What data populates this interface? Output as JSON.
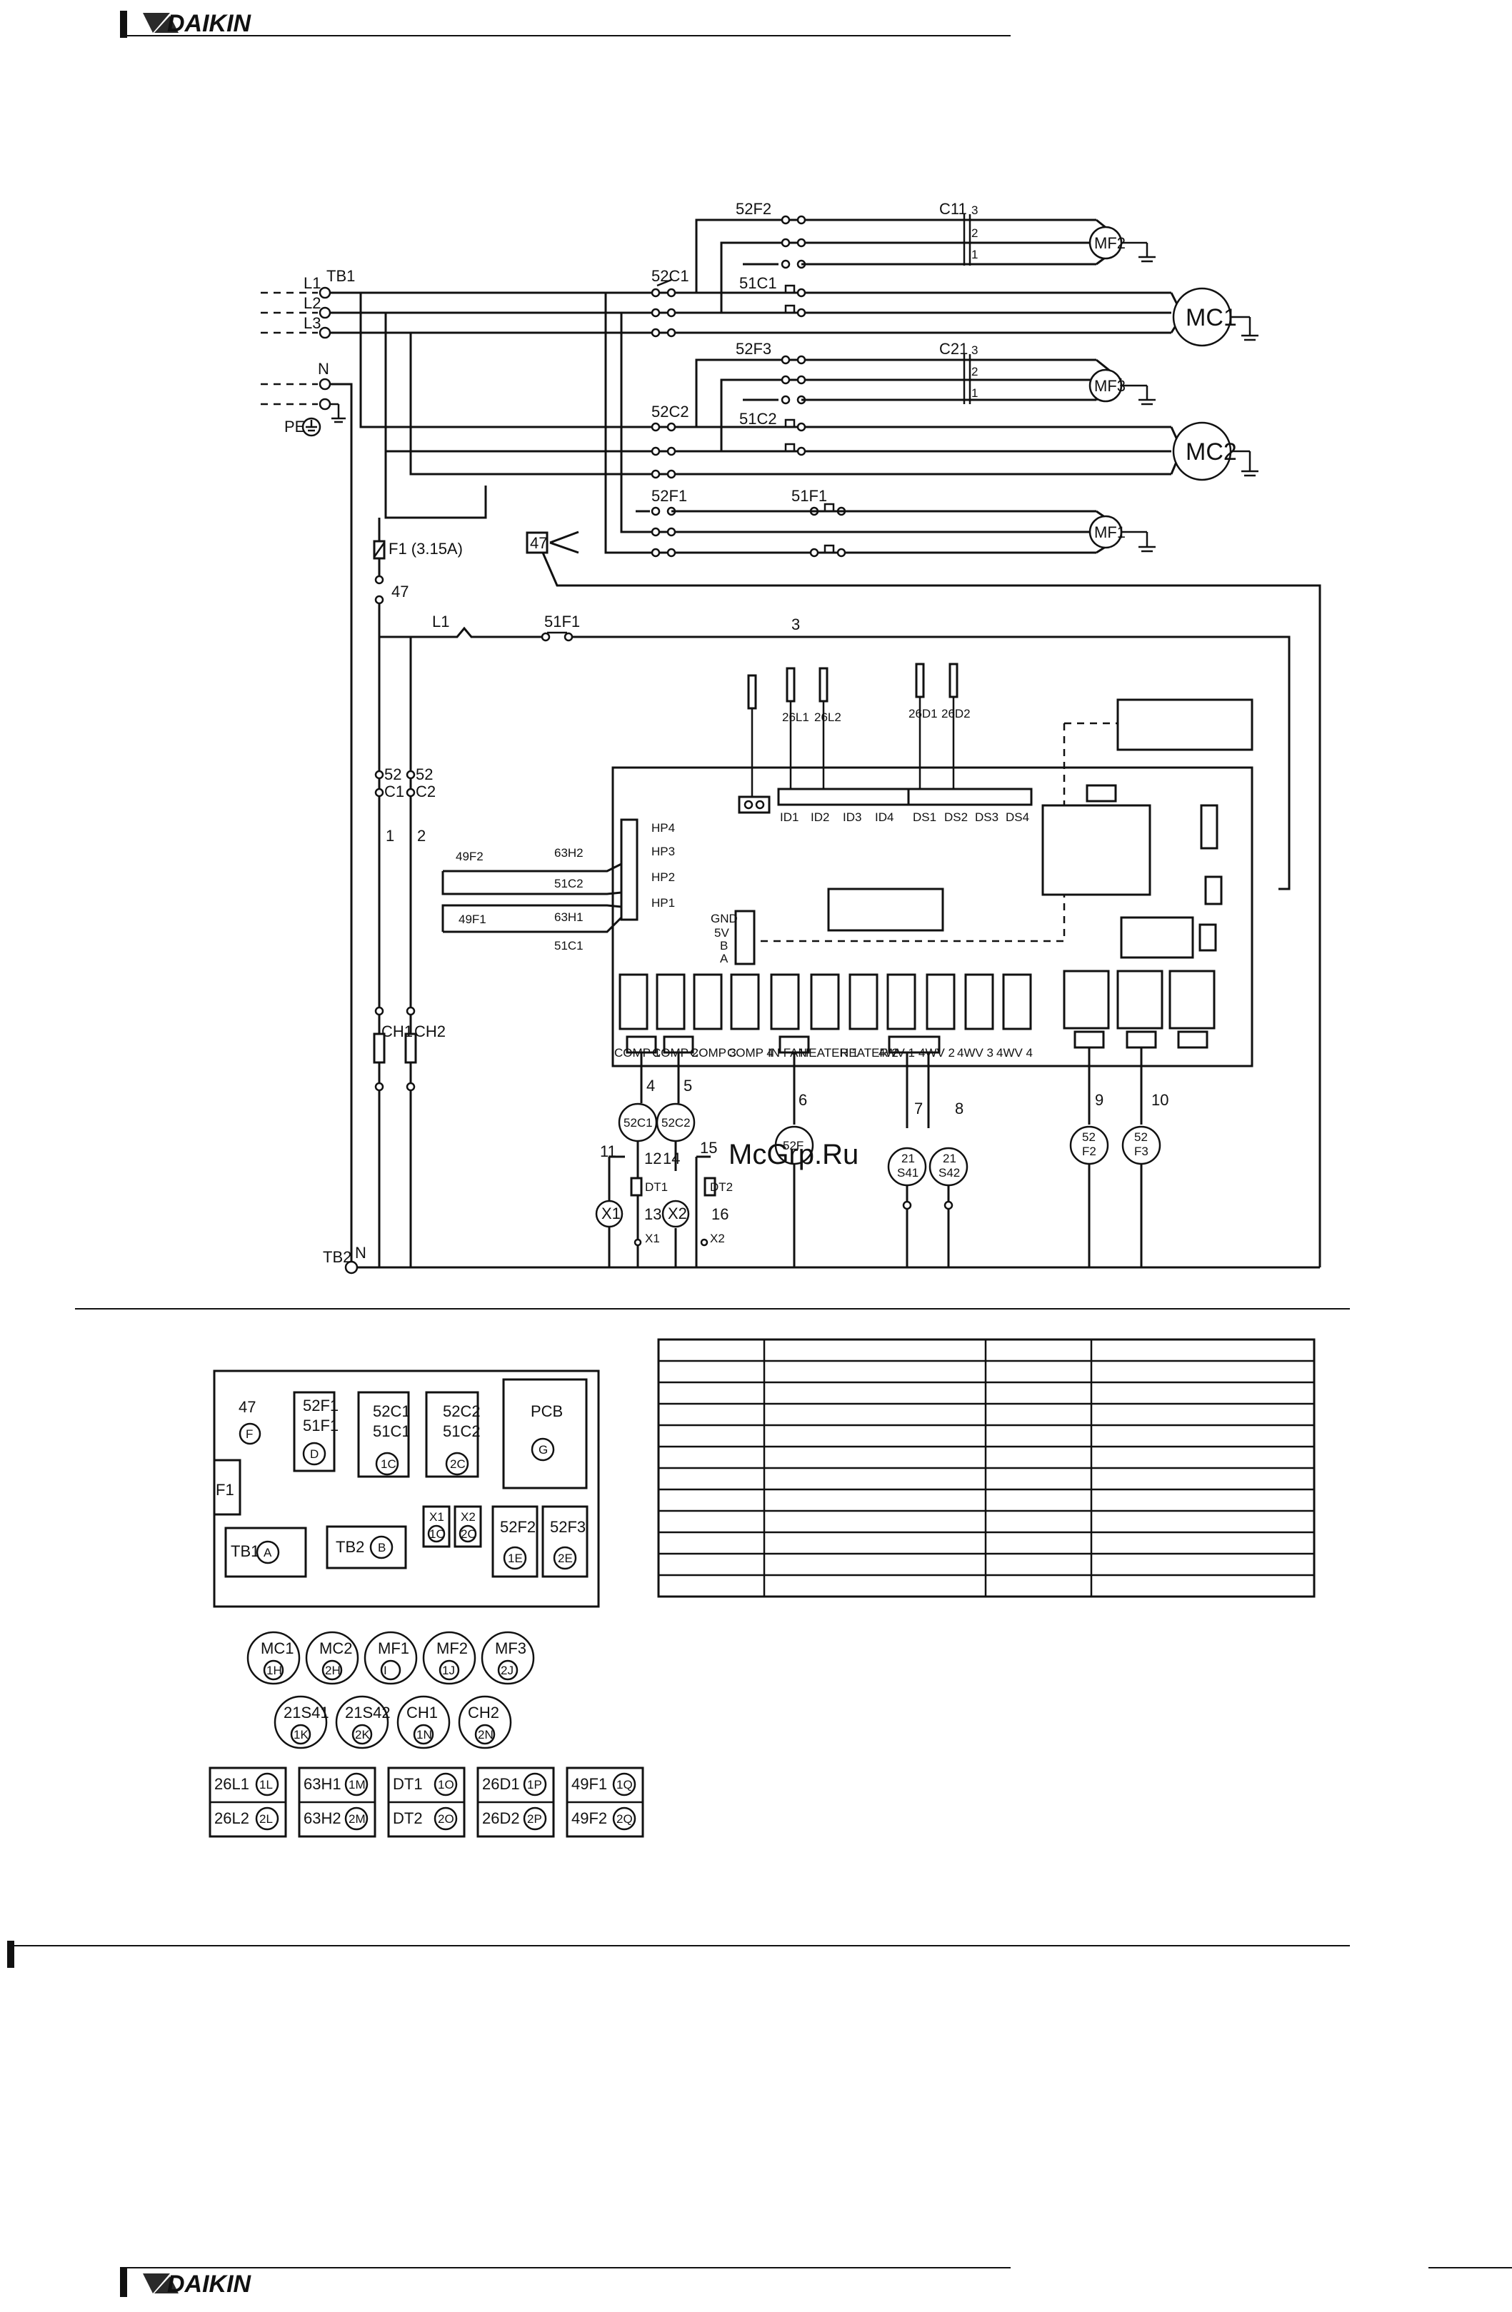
{
  "header": {
    "brand": "DAIKIN"
  },
  "footer": {
    "brand": "DAIKIN"
  },
  "watermark": "McGrp.Ru",
  "power": {
    "tb1": "TB1",
    "tb2": "TB2",
    "l1": "L1",
    "l2": "L2",
    "l3": "L3",
    "n": "N",
    "pe": "PE",
    "fuse": "F1 (3.15A)",
    "t47": "47",
    "l1b": "L1",
    "n2": "N",
    "wire3": "3"
  },
  "contactors": {
    "c52f2": "52F2",
    "c52c1": "52C1",
    "c51c1": "51C1",
    "c52f3": "52F3",
    "c52c2": "52C2",
    "c51c2": "51C2",
    "c52f1": "52F1",
    "c51f1": "51F1",
    "c51f1b": "51F1",
    "cap11": "C11",
    "cap21": "C21",
    "k47": "47"
  },
  "motors": {
    "mf2": "MF2",
    "mc1": "MC1",
    "mf3": "MF3",
    "mc2": "MC2",
    "mf1": "MF1"
  },
  "cap_terms": [
    "3",
    "2",
    "1"
  ],
  "aux": {
    "s52c1a": "52",
    "s52c1b": "C1",
    "s52c2a": "52",
    "s52c2b": "C2",
    "w1": "1",
    "w2": "2",
    "ch1": "CH1",
    "ch2": "CH2",
    "x1": "X1",
    "x2": "X2",
    "dt1": "DT1",
    "dt2": "DT2",
    "x1s": "X1",
    "x2s": "X2",
    "n11": "11",
    "n12": "12",
    "n13": "13",
    "n14": "14",
    "n15": "15",
    "n16": "16"
  },
  "pcb": {
    "top_conn": [
      "ID1",
      "ID2",
      "ID3",
      "ID4",
      "DS1",
      "DS2",
      "DS3",
      "DS4"
    ],
    "probes": [
      "26L1",
      "26L2",
      "26D1",
      "26D2"
    ],
    "side_conn": [
      "HP4",
      "HP3",
      "HP2",
      "HP1"
    ],
    "bus": [
      "GND",
      "5V",
      "B",
      "A"
    ],
    "outputs": [
      "COMP 1",
      "COMP 2",
      "COMP 3",
      "COMP 4",
      "IN FAN",
      "HEATER 1",
      "HEATER 2",
      "4WV 1",
      "4WV 2",
      "4WV 3",
      "4WV 4"
    ],
    "safety": [
      "49F2",
      "63H2",
      "51C2",
      "49F1",
      "63H1",
      "51C1"
    ]
  },
  "loads": {
    "c52c1": "52C1",
    "c52c2": "52C2",
    "c52f": "52F",
    "s41a": "21",
    "s41b": "S41",
    "s42a": "21",
    "s42b": "S42",
    "f2a": "52",
    "f2b": "F2",
    "f3a": "52",
    "f3b": "F3",
    "n4": "4",
    "n5": "5",
    "n6": "6",
    "n7": "7",
    "n8": "8",
    "n9": "9",
    "n10": "10"
  },
  "layout_box": {
    "c47": "47",
    "cF": "F",
    "d1": "52F1",
    "d2": "51F1",
    "cD": "D",
    "c1": "52C1",
    "c2": "51C1",
    "cC1": "1C",
    "e1": "52C2",
    "e2": "51C2",
    "cC2": "2C",
    "pcb": "PCB",
    "cG": "G",
    "f1": "F1",
    "tb1": "TB1",
    "cA": "A",
    "tb2": "TB2",
    "cB": "B",
    "x1": "X1",
    "c1O": "1O",
    "x2": "X2",
    "c2O": "2O",
    "f2": "52F2",
    "c1E": "1E",
    "f3": "52F3",
    "c2E": "2E"
  },
  "motor_legend": [
    {
      "name": "MC1",
      "code": "1H"
    },
    {
      "name": "MC2",
      "code": "2H"
    },
    {
      "name": "MF1",
      "code": "I"
    },
    {
      "name": "MF2",
      "code": "1J"
    },
    {
      "name": "MF3",
      "code": "2J"
    }
  ],
  "heater_legend": [
    {
      "name": "21S41",
      "code": "1K"
    },
    {
      "name": "21S42",
      "code": "2K"
    },
    {
      "name": "CH1",
      "code": "1N"
    },
    {
      "name": "CH2",
      "code": "2N"
    }
  ],
  "sensor_legend": [
    [
      {
        "name": "26L1",
        "code": "1L"
      },
      {
        "name": "26L2",
        "code": "2L"
      }
    ],
    [
      {
        "name": "63H1",
        "code": "1M"
      },
      {
        "name": "63H2",
        "code": "2M"
      }
    ],
    [
      {
        "name": "DT1",
        "code": "1O"
      },
      {
        "name": "DT2",
        "code": "2O"
      }
    ],
    [
      {
        "name": "26D1",
        "code": "1P"
      },
      {
        "name": "26D2",
        "code": "2P"
      }
    ],
    [
      {
        "name": "49F1",
        "code": "1Q"
      },
      {
        "name": "49F2",
        "code": "2Q"
      }
    ]
  ]
}
